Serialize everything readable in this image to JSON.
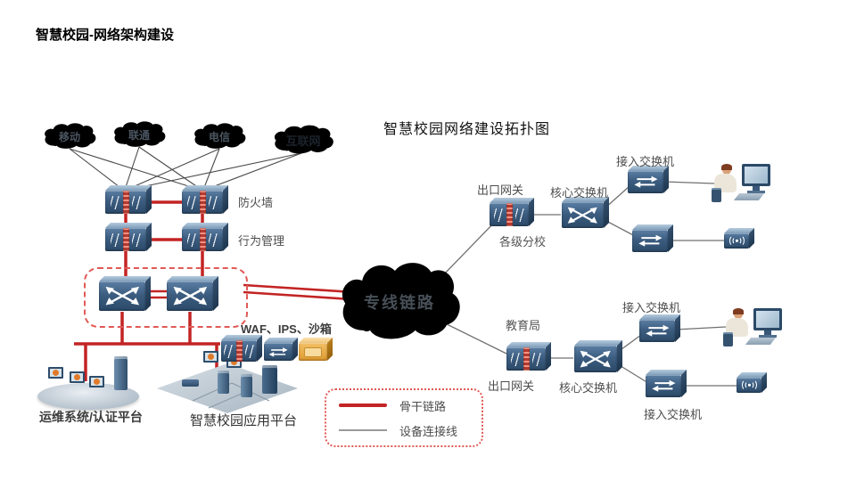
{
  "page_title": "智慧校园-网络架构建设",
  "diagram_title": "智慧校园网络建设拓扑图",
  "isp_clouds": [
    {
      "label": "移动"
    },
    {
      "label": "联通"
    },
    {
      "label": "电信"
    },
    {
      "label": "互联网"
    }
  ],
  "wan_cloud": {
    "label": "专线链路"
  },
  "campus": {
    "firewall_label": "防火墙",
    "behavior_label": "行为管理",
    "security_label": "WAF、IPS、沙箱",
    "ops_platform_label": "运维系统/认证平台",
    "app_platform_label": "智慧校园应用平台"
  },
  "branch_top": {
    "gateway_label": "出口网关",
    "core_label": "核心交换机",
    "access_label": "接入交换机",
    "site_label": "各级分校"
  },
  "branch_bottom": {
    "site_label": "教育局",
    "gateway_label": "出口网关",
    "core_label": "核心交换机",
    "access_top_label": "接入交换机",
    "access_bottom_label": "接入交换机"
  },
  "legend": {
    "backbone_label": "骨干链路",
    "device_link_label": "设备连接线"
  },
  "colors": {
    "backbone": "#c32424",
    "device_link": "#707070",
    "device_blue": "#3c5a7a",
    "sandbox_orange": "#df9a2e"
  }
}
